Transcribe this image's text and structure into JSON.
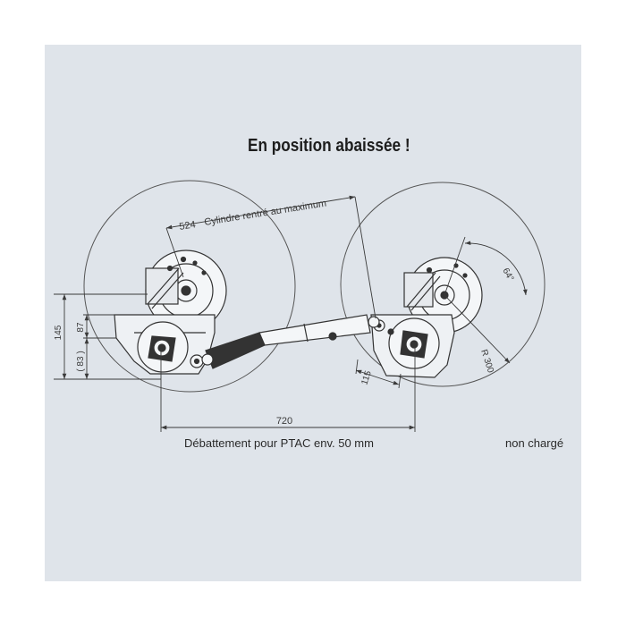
{
  "title": "En position abaissée !",
  "dimensions": {
    "d524": "524",
    "cylinder_note": "Cylindre rentré au maximum",
    "d145": "145",
    "d87": "87",
    "d83": "( 83 )",
    "d720": "720",
    "d115": "115",
    "radius": "R 300",
    "angle": "64°"
  },
  "captions": {
    "travel": "Débattement pour PTAC env. 50 mm",
    "unloaded": "non chargé"
  },
  "colors": {
    "background": "#dfe4ea",
    "line": "#4a4a4a",
    "part_fill": "#f4f6f8"
  }
}
